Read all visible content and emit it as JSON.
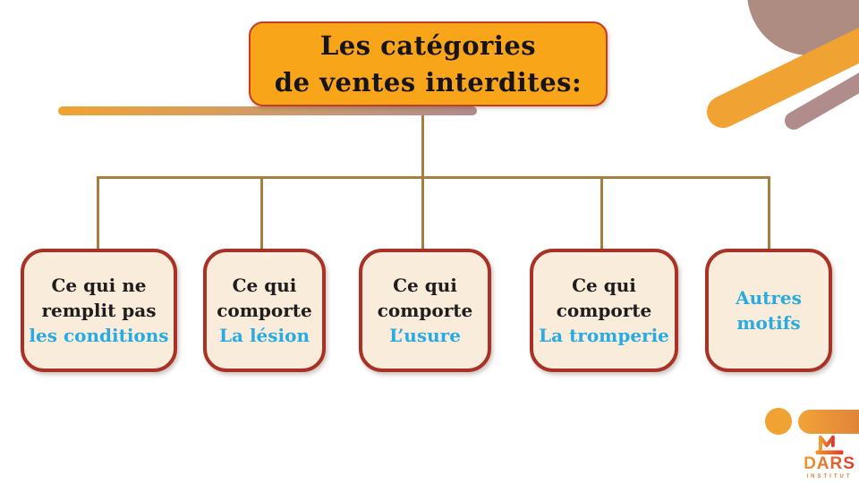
{
  "title": {
    "text": "Les catégories\nde ventes interdites:"
  },
  "boxes": [
    {
      "black": "Ce qui ne\nremplit pas",
      "blue": "les conditions"
    },
    {
      "black": "Ce qui\ncomporte",
      "blue": "La lésion"
    },
    {
      "black": "Ce qui\ncomporte",
      "blue": "L’usure"
    },
    {
      "black": "Ce qui\ncomporte",
      "blue": "La tromperie"
    },
    {
      "black": "",
      "blue": "Autres\nmotifs"
    }
  ],
  "logo": {
    "name": "DARS",
    "subtitle": "INSTITUT"
  },
  "colors": {
    "title_fill": "#F9A51A",
    "title_border": "#C33D23",
    "box_fill": "#FAECDA",
    "box_border": "#A93226",
    "connector": "#A67E3E",
    "highlight_blue": "#29ABE2",
    "deco_orange": "#F0A232",
    "deco_mauve": "#B18C8D",
    "deco_mauve_dark": "#AF8C82",
    "logo_orange": "#F09A2C",
    "logo_red": "#E0392B"
  }
}
